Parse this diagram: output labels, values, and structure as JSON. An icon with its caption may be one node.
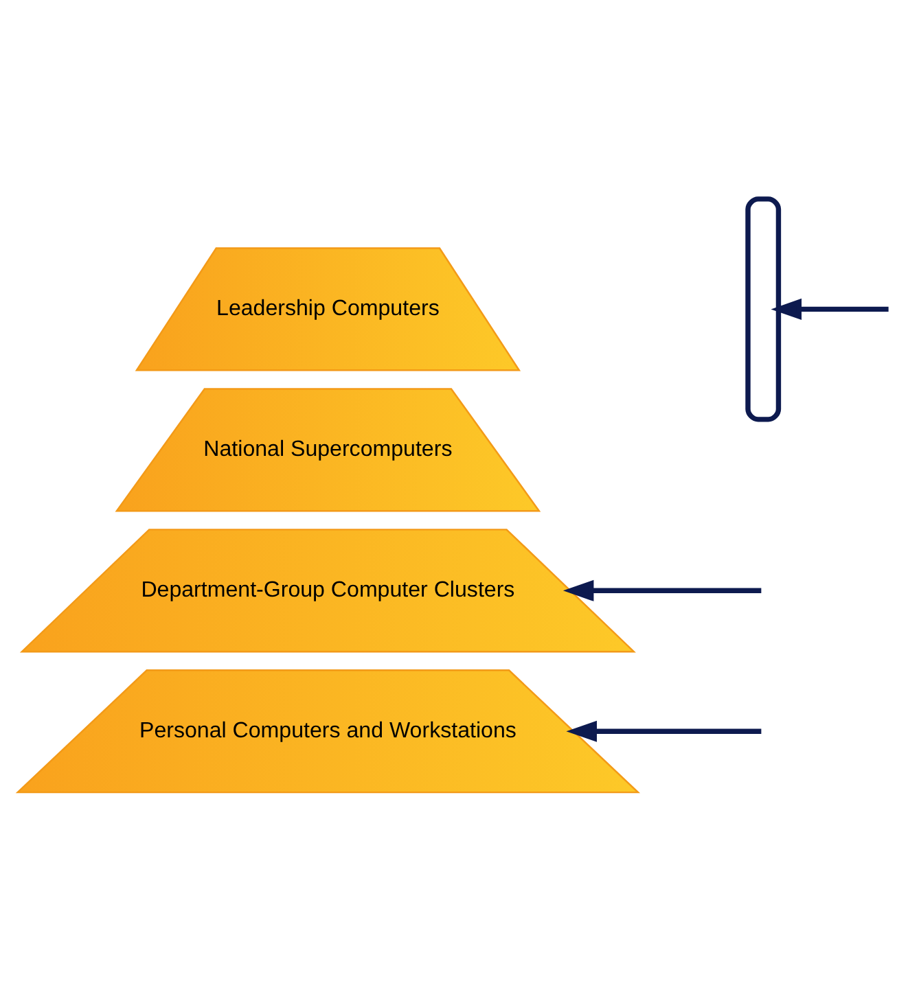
{
  "diagram": {
    "nodes": [
      {
        "text": [
          "Leadership Computers"
        ]
      },
      {
        "text": [
          "National Supercomputers"
        ]
      },
      {
        "text": [
          "Department-Group Computer Clusters"
        ]
      },
      {
        "text": [
          "Personal Computers and Workstations"
        ]
      },
      {
        "text": [],
        "shape": "bracket"
      }
    ],
    "edges": [
      {
        "from": null,
        "to": 4,
        "arrow": "to"
      },
      {
        "from": null,
        "to": 2,
        "arrow": "to"
      },
      {
        "from": null,
        "to": 3,
        "arrow": "to"
      }
    ]
  }
}
